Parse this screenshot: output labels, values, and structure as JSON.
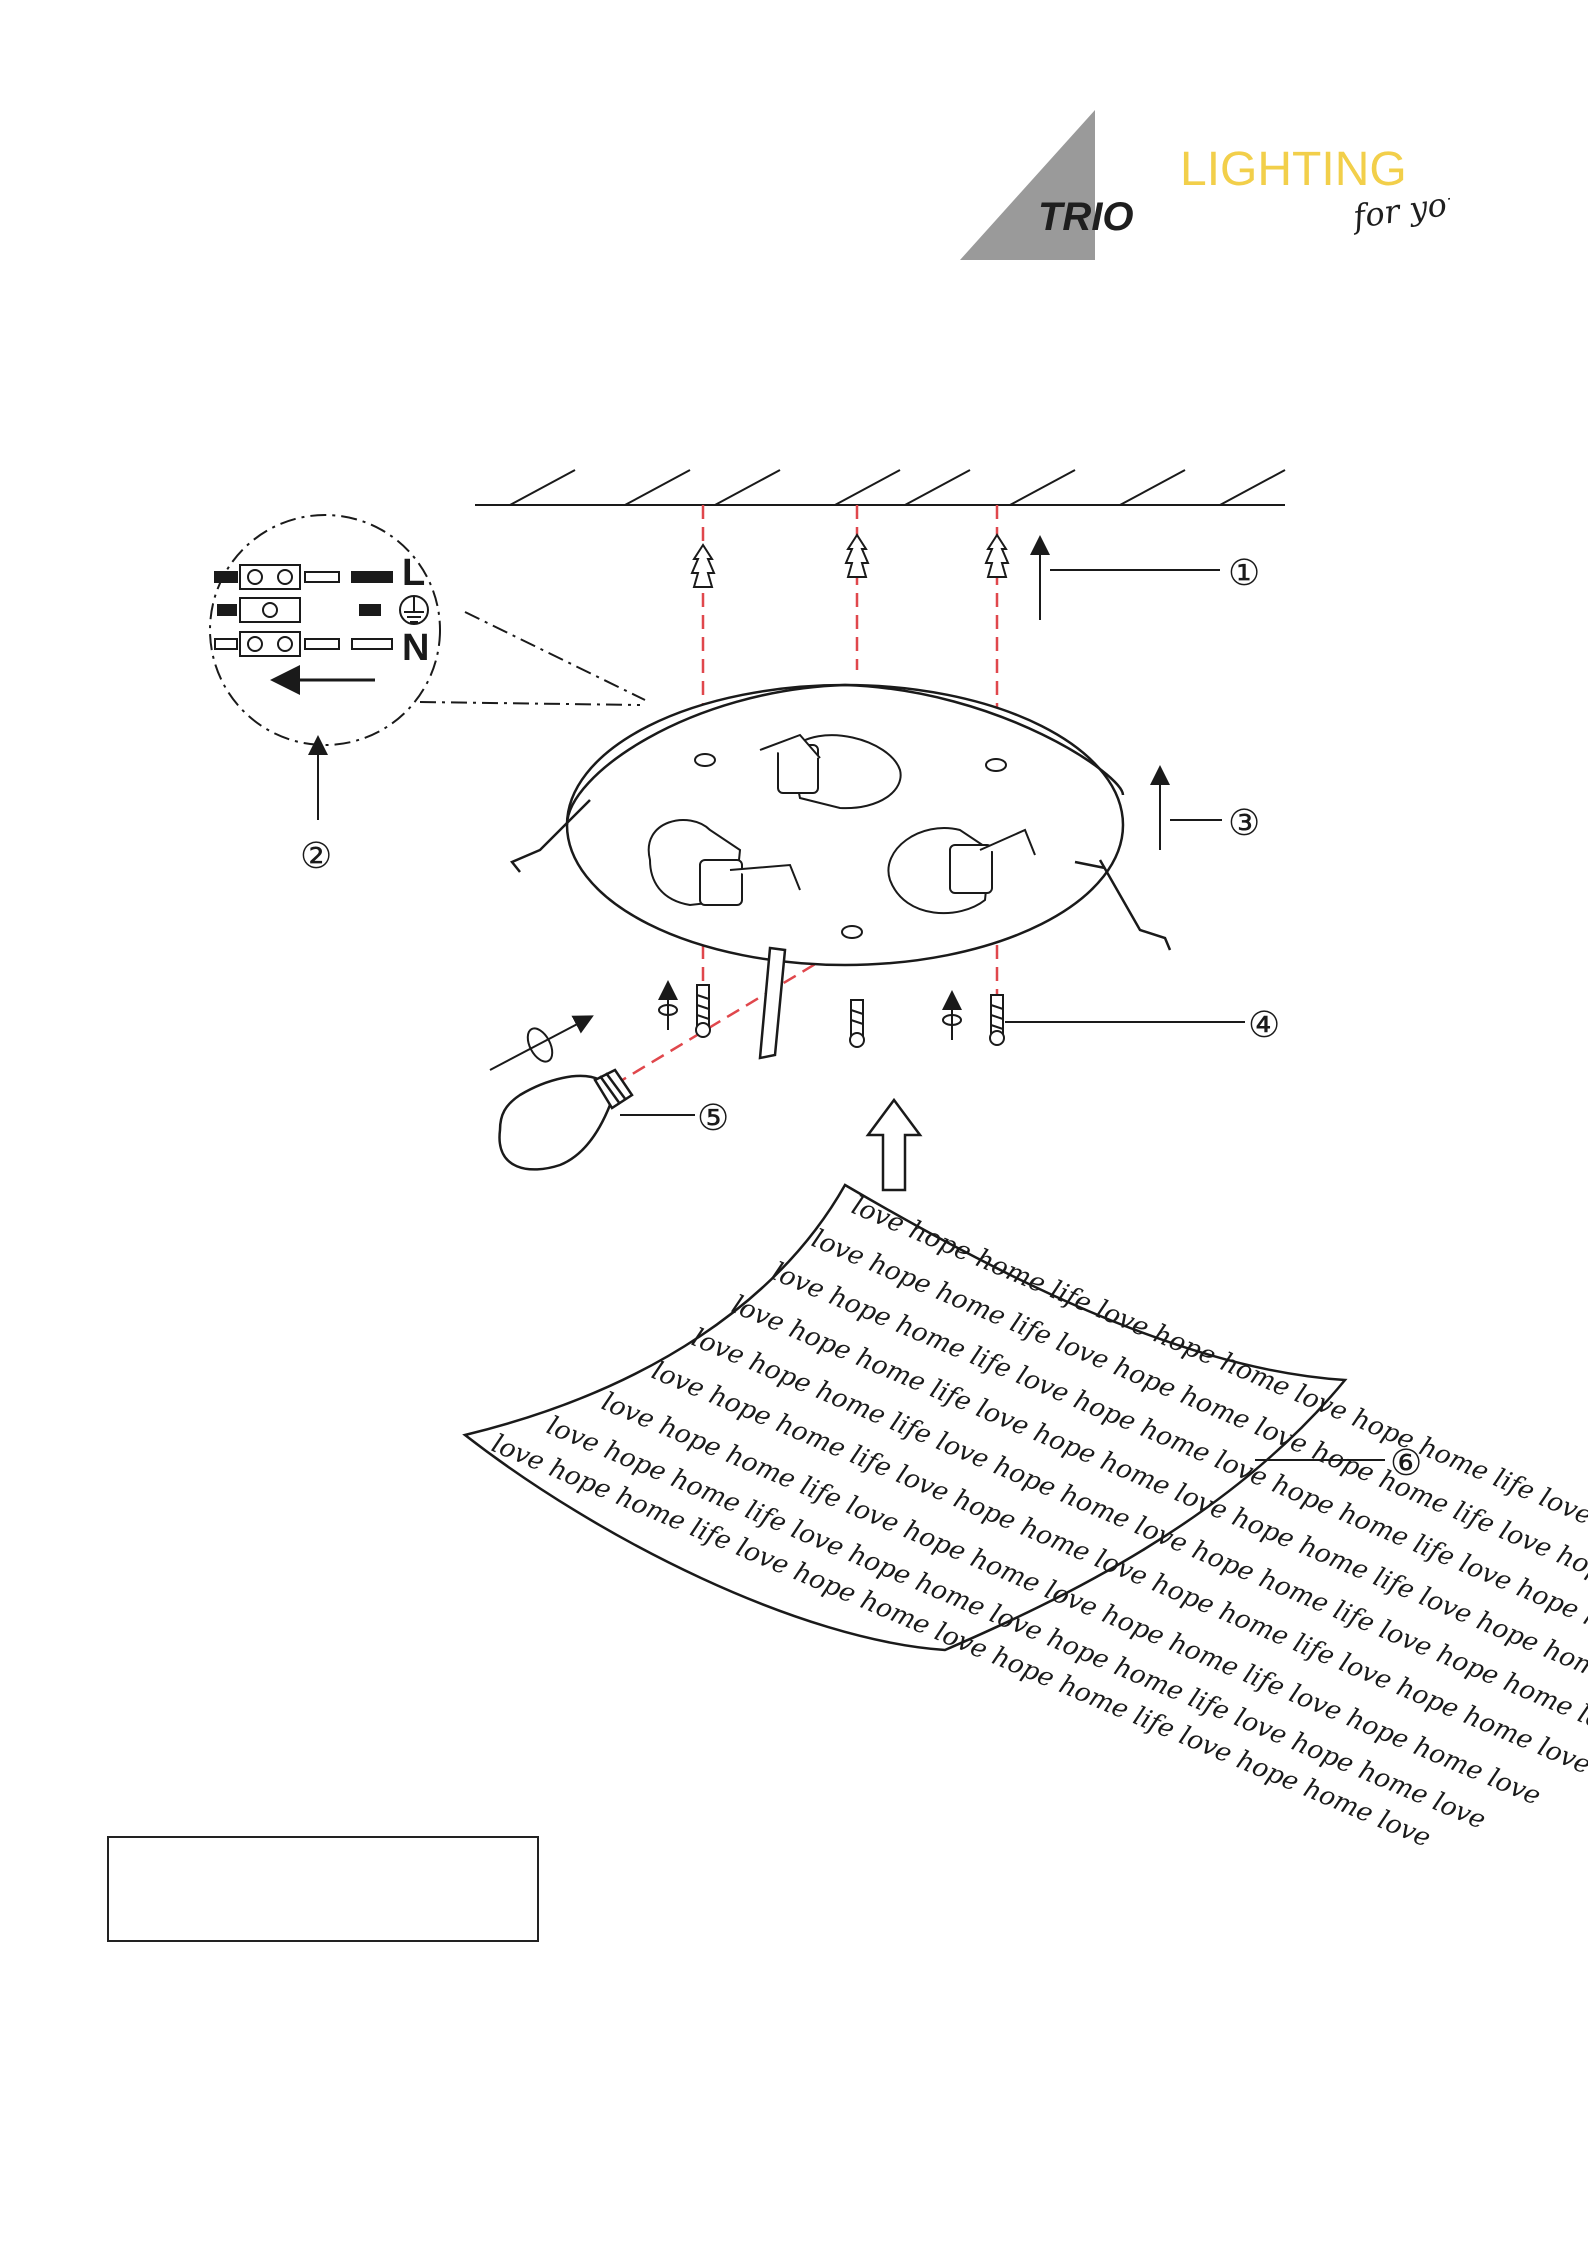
{
  "logo": {
    "brand": "TRIO",
    "tagline_main": "LIGHTING",
    "tagline_sub": "for you",
    "colors": {
      "triangle": "#9a9a9a",
      "brand_text": "#1e1e1e",
      "tagline": "#f2cf4a",
      "tagline_sub": "#1e1e1e"
    }
  },
  "diagram": {
    "callouts": [
      "①",
      "②",
      "③",
      "④",
      "⑤",
      "⑥"
    ],
    "wiring": {
      "live": "L",
      "neutral": "N",
      "earth": "earth-ground-icon"
    },
    "pattern_words": "love hope home life love hope home love hope home life love hope home love",
    "colors": {
      "guide_line": "#e0474c",
      "line": "#1a1a1a"
    }
  },
  "notes_box": {
    "text": ""
  }
}
